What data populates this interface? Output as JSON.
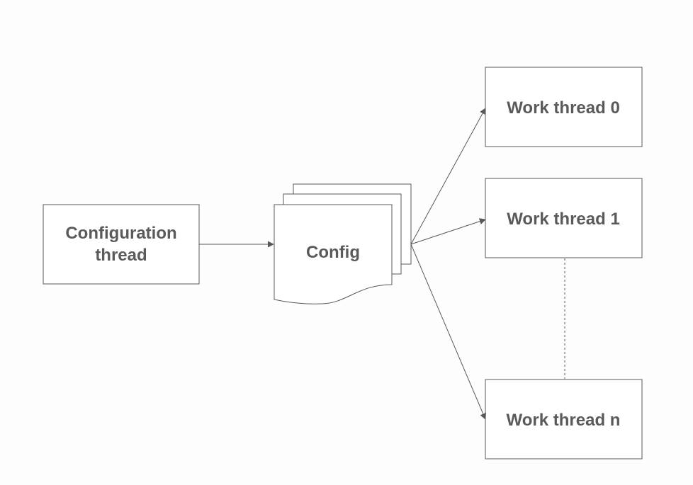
{
  "nodes": {
    "config_thread": {
      "line1": "Configuration",
      "line2": "thread"
    },
    "config_doc": {
      "label": "Config"
    },
    "work_thread_0": {
      "label": "Work thread 0"
    },
    "work_thread_1": {
      "label": "Work thread 1"
    },
    "work_thread_n": {
      "label": "Work thread n"
    }
  },
  "edges": [
    {
      "from": "config_thread",
      "to": "config_doc",
      "style": "solid-arrow"
    },
    {
      "from": "config_doc",
      "to": "work_thread_0",
      "style": "solid-arrow"
    },
    {
      "from": "config_doc",
      "to": "work_thread_1",
      "style": "solid-arrow"
    },
    {
      "from": "config_doc",
      "to": "work_thread_n",
      "style": "solid-arrow"
    },
    {
      "from": "work_thread_1",
      "to": "work_thread_n",
      "style": "dashed"
    }
  ],
  "colors": {
    "stroke": "#595959",
    "text": "#5a5a5a",
    "background": "#fdfdfd",
    "fill": "#ffffff"
  }
}
